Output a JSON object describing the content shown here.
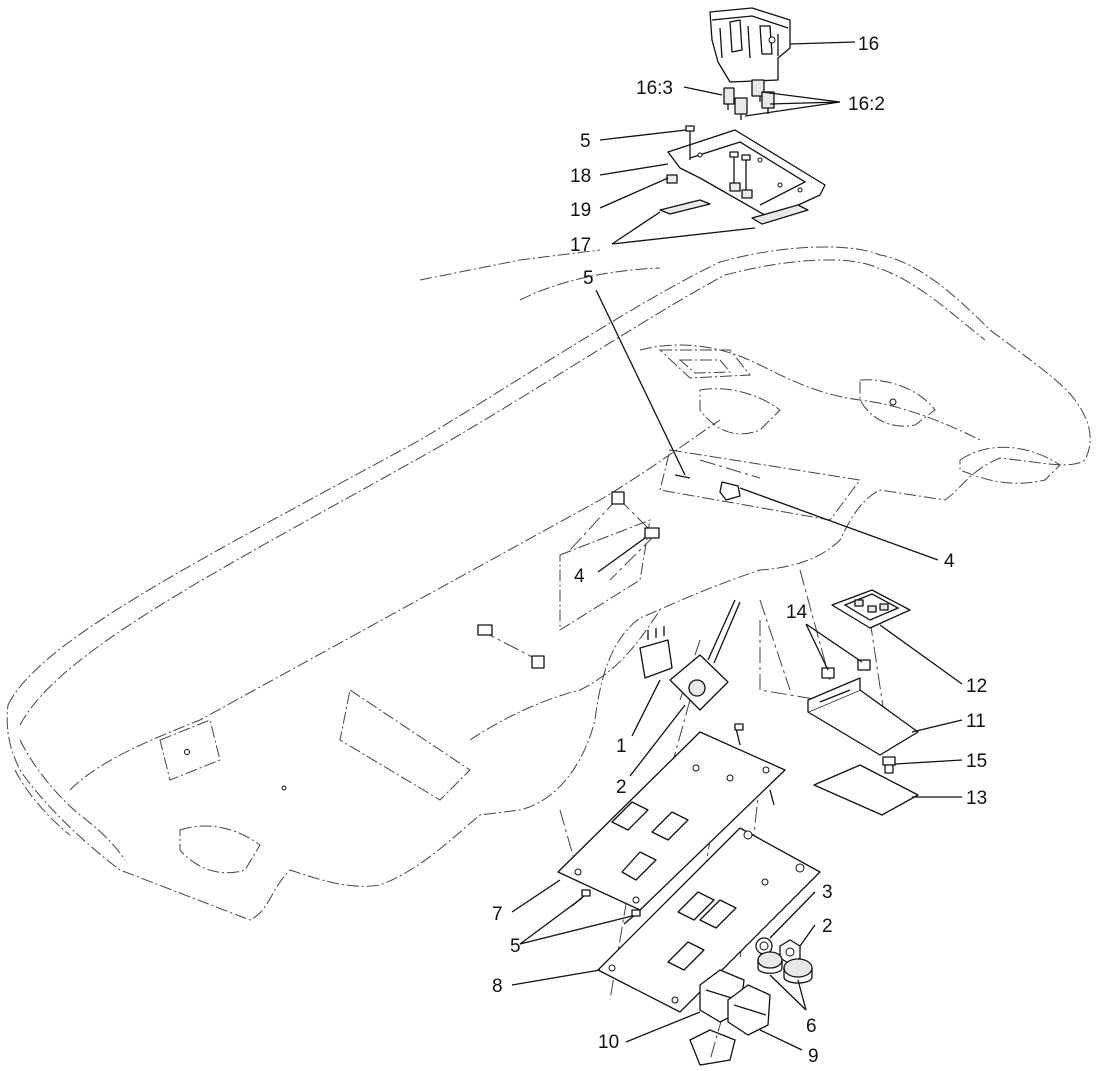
{
  "callouts": [
    {
      "id": "c16",
      "text": "16"
    },
    {
      "id": "c16-3",
      "text": "16:3"
    },
    {
      "id": "c16-2",
      "text": "16:2"
    },
    {
      "id": "c5a",
      "text": "5"
    },
    {
      "id": "c18",
      "text": "18"
    },
    {
      "id": "c19",
      "text": "19"
    },
    {
      "id": "c17",
      "text": "17"
    },
    {
      "id": "c5b",
      "text": "5"
    },
    {
      "id": "c4a",
      "text": "4"
    },
    {
      "id": "c4b",
      "text": "4"
    },
    {
      "id": "c14",
      "text": "14"
    },
    {
      "id": "c12",
      "text": "12"
    },
    {
      "id": "c11",
      "text": "11"
    },
    {
      "id": "c15",
      "text": "15"
    },
    {
      "id": "c13",
      "text": "13"
    },
    {
      "id": "c1",
      "text": "1"
    },
    {
      "id": "c2a",
      "text": "2"
    },
    {
      "id": "c3",
      "text": "3"
    },
    {
      "id": "c2b",
      "text": "2"
    },
    {
      "id": "c7",
      "text": "7"
    },
    {
      "id": "c5c",
      "text": "5"
    },
    {
      "id": "c8",
      "text": "8"
    },
    {
      "id": "c6",
      "text": "6"
    },
    {
      "id": "c10",
      "text": "10"
    },
    {
      "id": "c9",
      "text": "9"
    }
  ]
}
